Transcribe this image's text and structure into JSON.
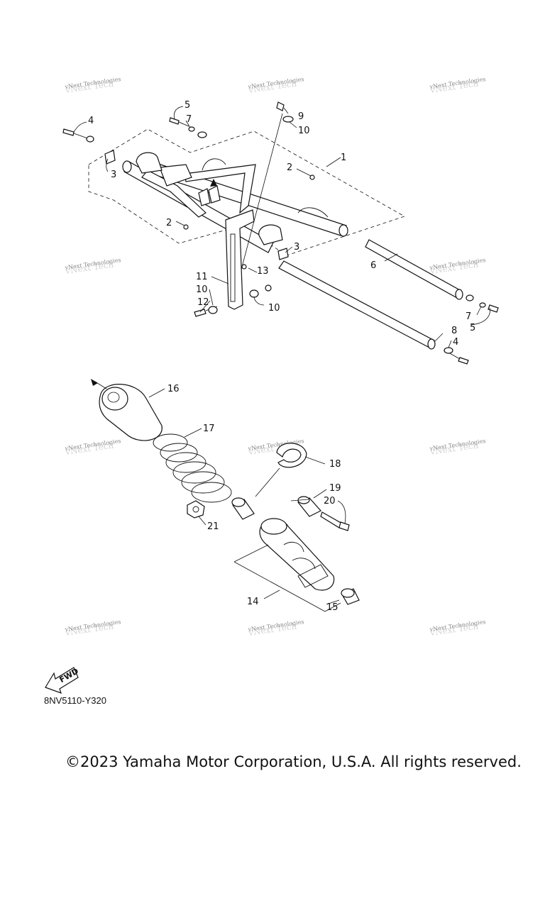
{
  "diagram": {
    "watermark_text": "vNext Technologies",
    "fwd_label": "FWD",
    "callouts": {
      "p1": "1",
      "p2a": "2",
      "p2b": "2",
      "p3a": "3",
      "p3b": "3",
      "p4a": "4",
      "p4b": "4",
      "p5a": "5",
      "p5b": "5",
      "p6": "6",
      "p7a": "7",
      "p7b": "7",
      "p8": "8",
      "p9": "9",
      "p10a": "10",
      "p10b": "10",
      "p10c": "10",
      "p11": "11",
      "p12": "12",
      "p13": "13",
      "p14": "14",
      "p15": "15",
      "p16": "16",
      "p17": "17",
      "p18": "18",
      "p19": "19",
      "p20": "20",
      "p21": "21"
    }
  },
  "footer": {
    "diagram_code": "8NV5110-Y320",
    "copyright": "©2023 Yamaha Motor Corporation, U.S.A. All rights reserved."
  }
}
